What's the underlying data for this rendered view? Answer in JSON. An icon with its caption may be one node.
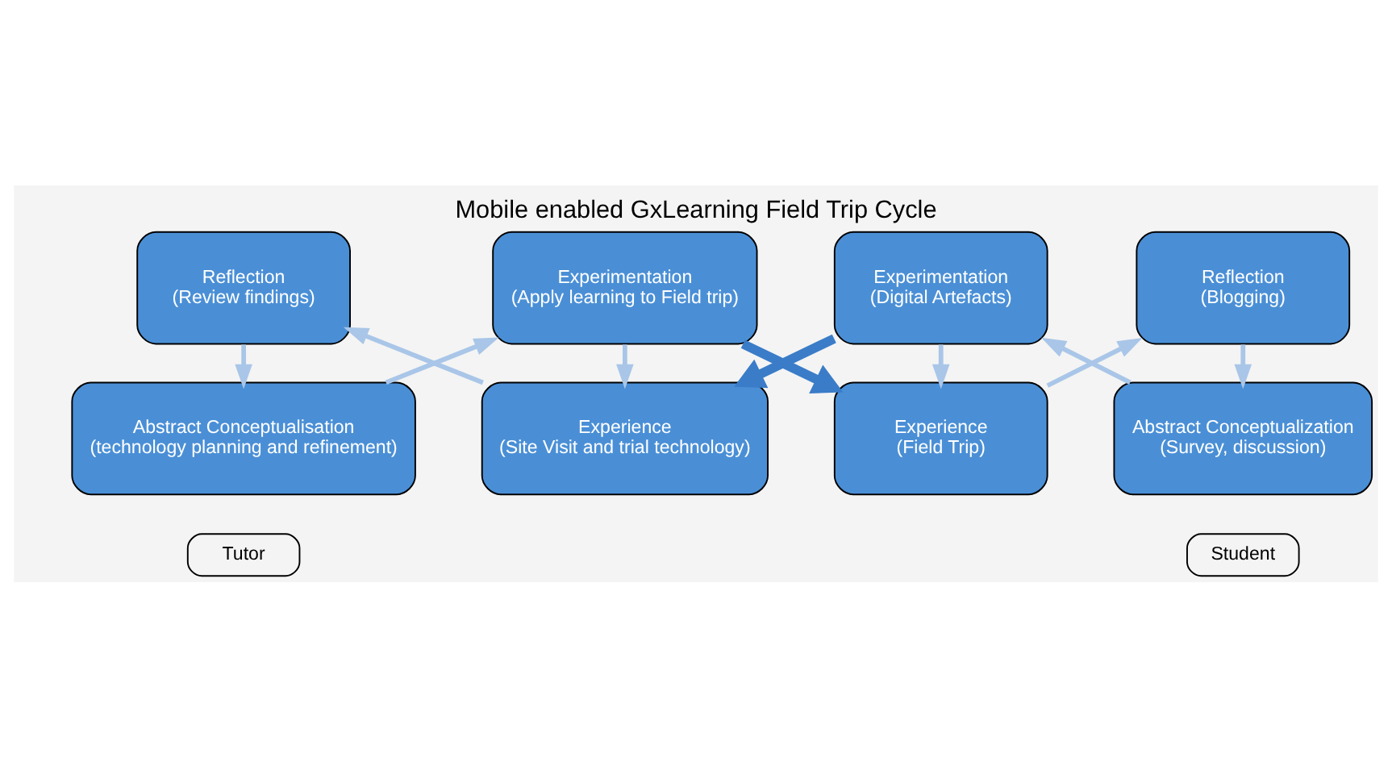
{
  "diagram": {
    "title": "Mobile enabled GxLearning Field Trip Cycle",
    "nodes": [
      {
        "text": [
          "Abstract Conceptualisation",
          "(technology planning and refinement)"
        ]
      },
      {
        "text": [
          "Experimentation",
          "(Apply learning to Field trip)"
        ]
      },
      {
        "text": [
          "Reflection",
          "(Review findings)"
        ]
      },
      {
        "text": [
          "Experience",
          "(Site Visit and trial technology)"
        ]
      },
      {
        "text": [
          "Experience",
          "(Field Trip)"
        ]
      },
      {
        "text": [
          "Reflection",
          "(Blogging)"
        ]
      },
      {
        "text": [
          "Experimentation",
          "(Digital Artefacts)"
        ]
      },
      {
        "text": [
          "Abstract Conceptualization",
          "(Survey, discussion)"
        ]
      },
      {
        "text": [
          "Tutor"
        ]
      },
      {
        "text": [
          "Student"
        ]
      }
    ],
    "edges": [
      {
        "from": 0,
        "to": 1,
        "arrow": "to"
      },
      {
        "from": 1,
        "to": 3,
        "arrow": "to"
      },
      {
        "from": 3,
        "to": 2,
        "arrow": "to"
      },
      {
        "from": 2,
        "to": 0,
        "arrow": "to"
      },
      {
        "from": 4,
        "to": 5,
        "arrow": "to"
      },
      {
        "from": 5,
        "to": 7,
        "arrow": "to"
      },
      {
        "from": 7,
        "to": 6,
        "arrow": "to"
      },
      {
        "from": 6,
        "to": 4,
        "arrow": "to"
      },
      {
        "from": 1,
        "to": 4,
        "arrow": "to",
        "style": "thick",
        "color": "#3a7cc8"
      },
      {
        "from": 6,
        "to": 3,
        "arrow": "to",
        "style": "thick",
        "color": "#3a7cc8"
      }
    ]
  }
}
